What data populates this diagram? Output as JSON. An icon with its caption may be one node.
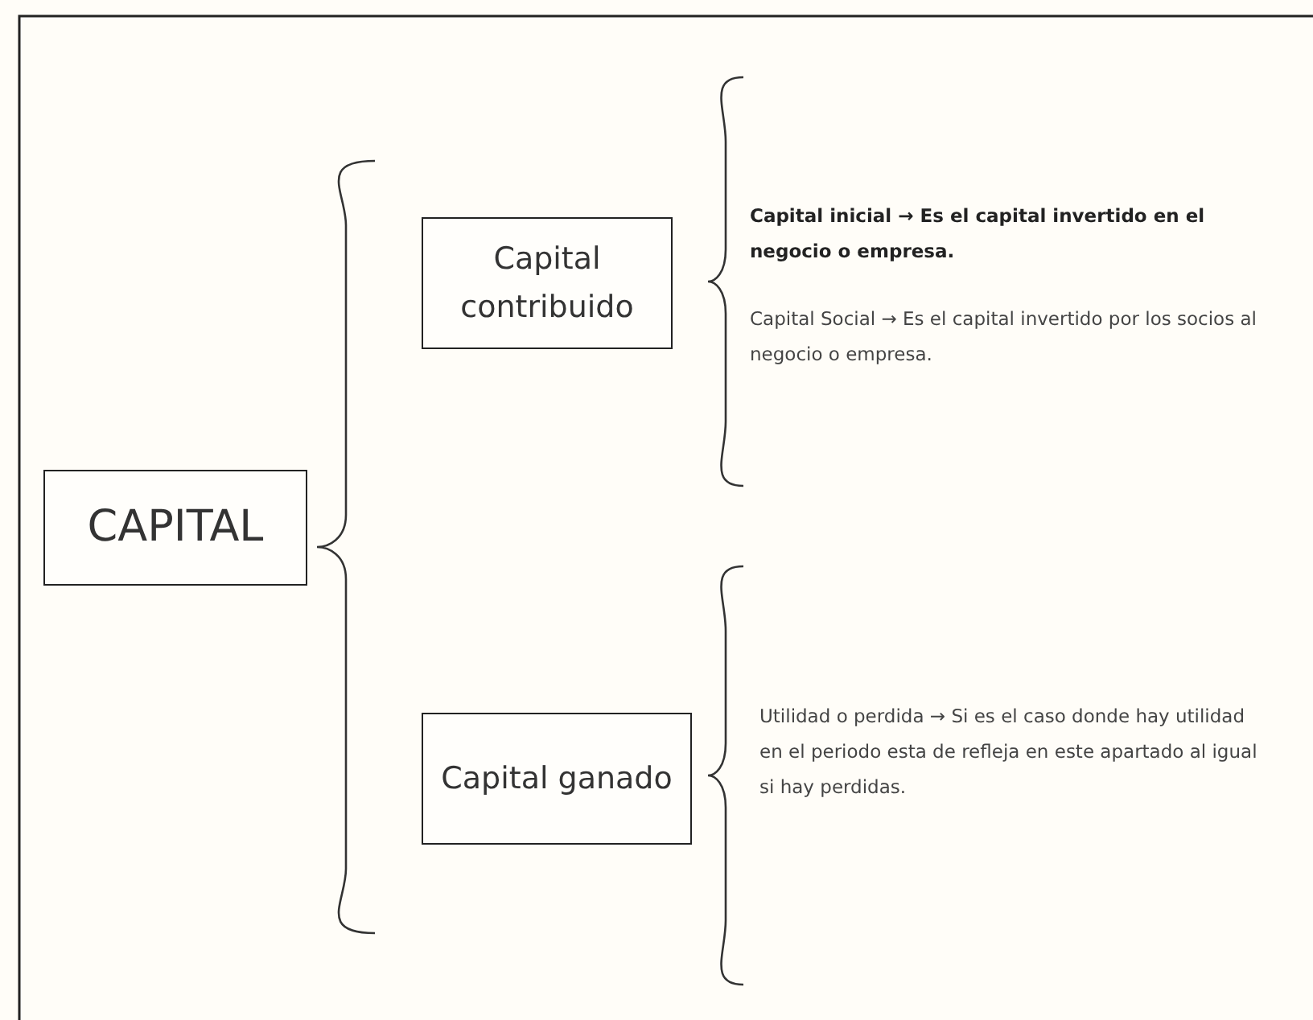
{
  "diagram": {
    "nodes": [
      {
        "text": [
          "CAPITAL"
        ]
      },
      {
        "text": [
          "Capital contribuido"
        ]
      },
      {
        "text": [
          "Capital ganado"
        ]
      }
    ],
    "labels": [
      "Capital inicial → Es el capital invertido en el negocio o empresa.",
      "Capital Social → Es el capital invertido por los socios al negocio o empresa.",
      "Utilidad o perdida → Si es el caso donde hay utilidad en el periodo esta de refleja en este apartado al igual si hay perdidas."
    ]
  }
}
